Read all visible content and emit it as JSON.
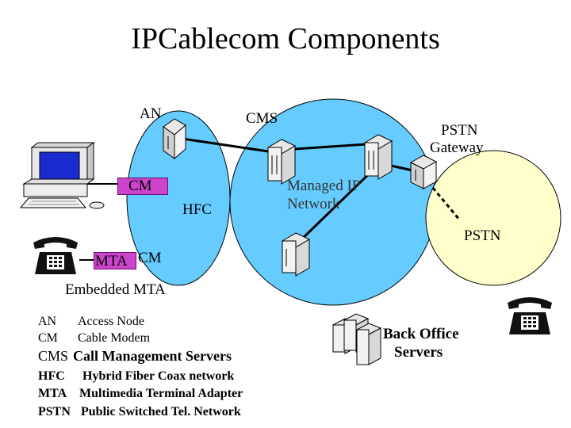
{
  "title": "IPCablecom Components",
  "labels": {
    "an": "AN",
    "cms": "CMS",
    "pstn_gateway_line1": "PSTN",
    "pstn_gateway_line2": "Gateway",
    "cm": "CM",
    "hfc": "HFC",
    "managed_ip_line1": "Managed IP",
    "managed_ip_line2": "Network",
    "pstn": "PSTN",
    "mta": "MTA",
    "mta_cm": "CM",
    "embedded_mta": "Embedded MTA",
    "back_office_line1": "Back Office",
    "back_office_line2": "Servers"
  },
  "legend": [
    {
      "abbr": "AN",
      "desc": "Access Node"
    },
    {
      "abbr": "CM",
      "desc": "Cable Modem"
    },
    {
      "abbr": "CMS",
      "desc": "Call Management Servers"
    },
    {
      "abbr": "HFC",
      "desc": "Hybrid Fiber Coax network"
    },
    {
      "abbr": "MTA",
      "desc": "Multimedia Terminal Adapter"
    },
    {
      "abbr": "PSTN",
      "desc": "Public Switched Tel. Network"
    }
  ],
  "colors": {
    "network_fill": "#66ccff",
    "pstn_fill": "#ffffcc",
    "device_box": "#cc44cc"
  }
}
